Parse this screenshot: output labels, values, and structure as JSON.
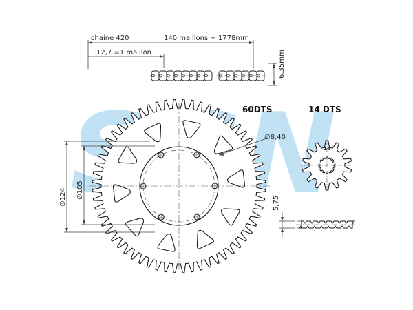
{
  "watermark": {
    "text": "SCN",
    "color": "#9fd3ef"
  },
  "chain": {
    "type_label": "chaine 420",
    "length_label": "140 maillons = 1778mm",
    "pitch_label": "12,7 =1 maillon",
    "height_label": "6,35mm"
  },
  "large_sprocket": {
    "teeth_label": "60DTS",
    "teeth_count": 60,
    "bolt_hole_label": "∅8,40",
    "outer_diameter_label": "∅124",
    "bolt_circle_label": "∅105",
    "bolt_holes": 6,
    "lightening_holes": 10
  },
  "small_sprocket": {
    "teeth_label": "14 DTS",
    "teeth_count": 14,
    "center_label": "14",
    "thickness_label": "5,75"
  },
  "colors": {
    "line": "#1a1a1a",
    "dim": "#444444",
    "watermark": "#9fd3ef"
  }
}
